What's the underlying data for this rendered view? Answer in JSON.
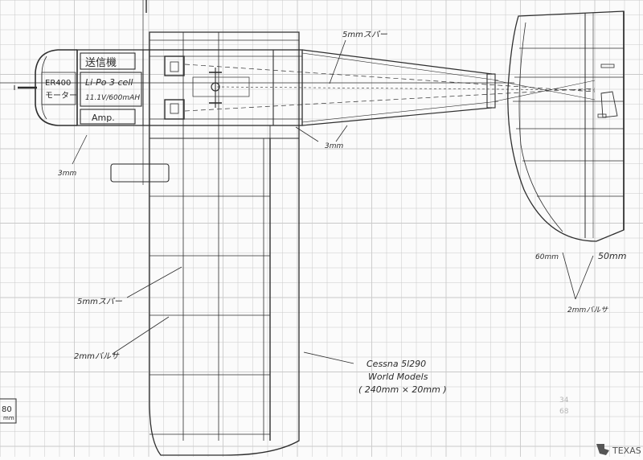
{
  "colors": {
    "paper": "#fbfbfb",
    "grid": "#c9c9c9",
    "ink": "#2e2e2e",
    "faint": "#9a9a9a"
  },
  "labels": {
    "transmitter": "送信機",
    "esc_motor_top": "ER400",
    "esc_motor_bottom": "モーター",
    "battery_line1": "Li-Po 3 cell",
    "battery_line2": "11.1V/600mAH",
    "amp": "Amp.",
    "spar_tail": "5mmスパー",
    "dim_3mm_right": "3mm",
    "dim_3mm_left": "3mm",
    "spar_wing": "5mmスパー",
    "balsa_wing": "2mmバルサ",
    "model_name": "Cessna 5l290",
    "model_maker": "World Models",
    "model_size": "( 240mm × 20mm )",
    "dim_60mm": "60mm",
    "dim_50mm": "50mm",
    "balsa_tail": "2mmバルサ",
    "corner_box_value": "80",
    "corner_box_unit": "mm",
    "faint_mark_1": "34",
    "faint_mark_2": "68",
    "logo_text": "TEXAS"
  }
}
